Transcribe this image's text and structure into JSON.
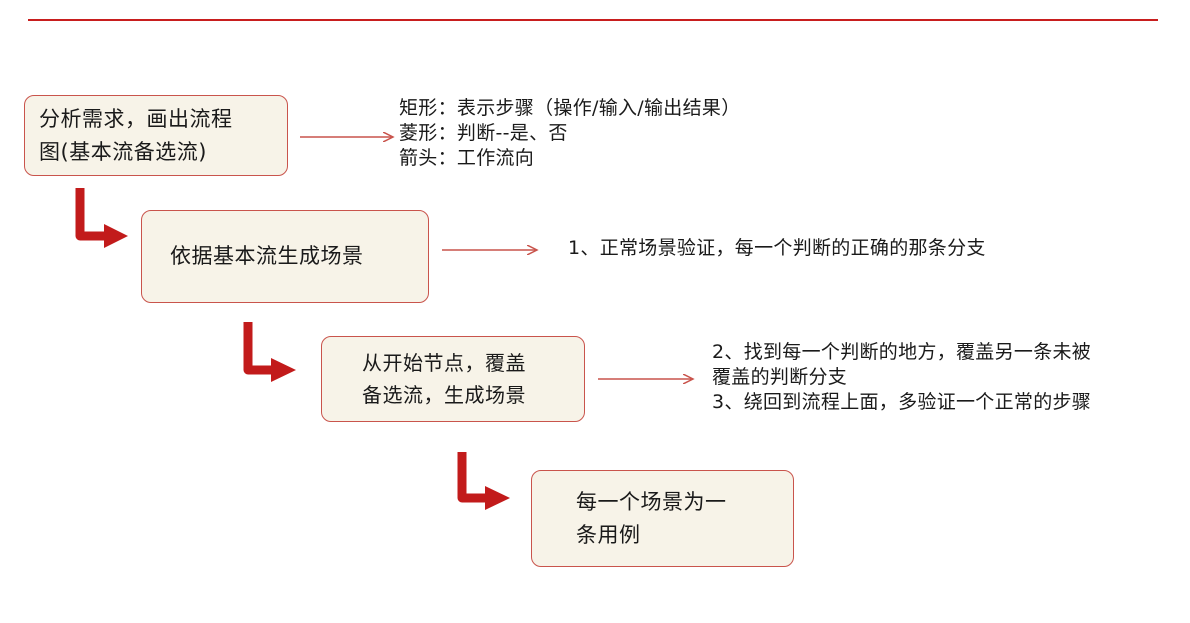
{
  "steps": [
    {
      "lines": [
        "分析需求，画出流程",
        "图(基本流备选流)"
      ]
    },
    {
      "lines": [
        "依据基本流生成场景"
      ]
    },
    {
      "lines": [
        "从开始节点，覆盖",
        "备选流，生成场景"
      ]
    },
    {
      "lines": [
        "每一个场景为一",
        "条用例"
      ]
    }
  ],
  "notes": [
    {
      "lines": [
        "矩形：表示步骤（操作/输入/输出结果）",
        "菱形：判断--是、否",
        "箭头：工作流向"
      ]
    },
    {
      "lines": [
        "1、正常场景验证，每一个判断的正确的那条分支"
      ]
    },
    {
      "lines": [
        "2、找到每一个判断的地方，覆盖另一条未被",
        "覆盖的判断分支",
        "3、绕回到流程上面，多验证一个正常的步骤"
      ]
    }
  ],
  "colors": {
    "accent_red": "#c81e1e",
    "box_fill": "#f7f3e8",
    "box_border": "#c9544c",
    "connector": "#c9544c"
  }
}
